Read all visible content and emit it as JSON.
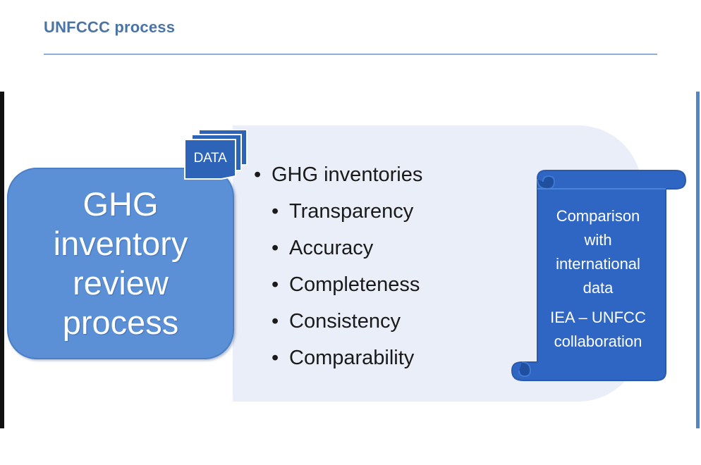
{
  "header": {
    "title": "UNFCCC process"
  },
  "process_box": {
    "label": "GHG\ninventory\nreview\nprocess"
  },
  "data_badge": {
    "label": "DATA"
  },
  "bullets": {
    "main": "GHG inventories",
    "criteria": [
      "Transparency",
      "Accuracy",
      "Completeness",
      "Consistency",
      "Comparability"
    ]
  },
  "scroll": {
    "line1": "Comparison\nwith\ninternational\ndata",
    "line2": "IEA – UNFCC\ncollaboration"
  },
  "colors": {
    "header_text": "#4a74a6",
    "rule": "#8fb0d4",
    "box_fill": "#5b8fd6",
    "panel_fill": "#e9eef8",
    "scroll_fill": "#2f66c3",
    "scroll_dark": "#1f4f9e",
    "data_fill": "#2e64b8"
  }
}
